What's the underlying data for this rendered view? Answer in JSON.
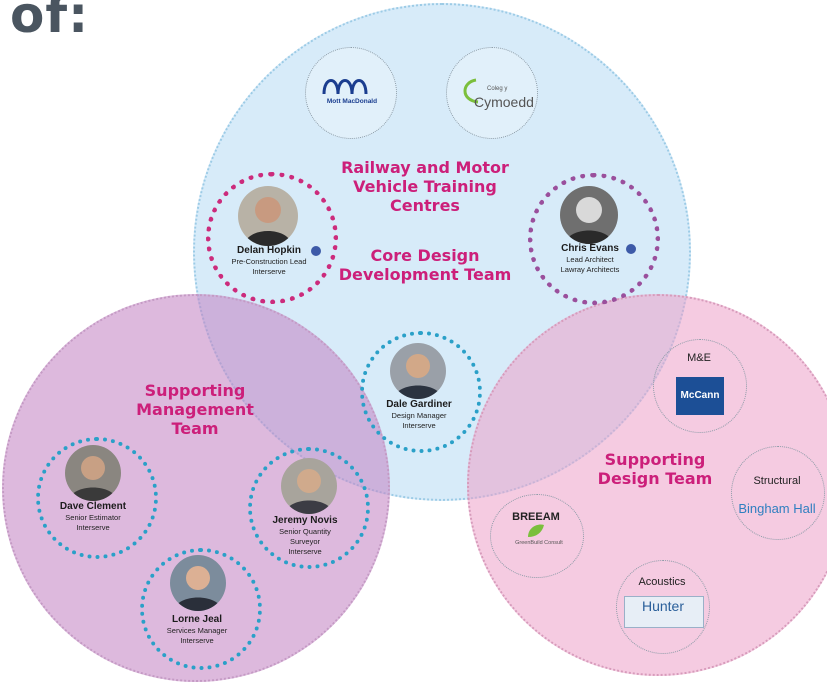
{
  "heading": "of:",
  "core": {
    "title": "Railway and Motor Vehicle Training Centres",
    "line1": "Railway and Motor",
    "line2": "Vehicle Training",
    "line3": "Centres",
    "team1": "Core Design",
    "team2": "Development Team",
    "logo_mott": "Mott MacDonald",
    "logo_coleg_small": "Coleg y",
    "logo_coleg": "Cymoedd"
  },
  "management": {
    "line1": "Supporting",
    "line2": "Management",
    "line3": "Team"
  },
  "design": {
    "line1": "Supporting",
    "line2": "Design Team",
    "mande_label": "M&E",
    "mccann": "McCann",
    "structural_label": "Structural",
    "bingham": "Bingham Hall",
    "breeam_label": "BREEAM",
    "greenbuild": "GreenBuild Consult",
    "acoustics_label": "Acoustics",
    "hunter": "Hunter"
  },
  "people": {
    "delan": {
      "name": "Delan Hopkin",
      "role1": "Pre-Construction Lead",
      "role2": "Interserve"
    },
    "chris": {
      "name": "Chris Evans",
      "role1": "Lead Architect",
      "role2": "Lawray Architects"
    },
    "dale": {
      "name": "Dale Gardiner",
      "role1": "Design Manager",
      "role2": "Interserve"
    },
    "dave": {
      "name": "Dave Clement",
      "role1": "Senior Estimator",
      "role2": "Interserve"
    },
    "jeremy": {
      "name": "Jeremy Novis",
      "role1": "Senior Quantity",
      "role2": "Surveyor",
      "role3": "Interserve"
    },
    "lorne": {
      "name": "Lorne Jeal",
      "role1": "Services Manager",
      "role2": "Interserve"
    }
  },
  "colors": {
    "title": "#cc1f7a",
    "core_ring": "#cc2b7c",
    "chris_ring": "#9a4f9c",
    "blue_ring": "#2aa0c8",
    "dot": "#3d5aa8"
  }
}
